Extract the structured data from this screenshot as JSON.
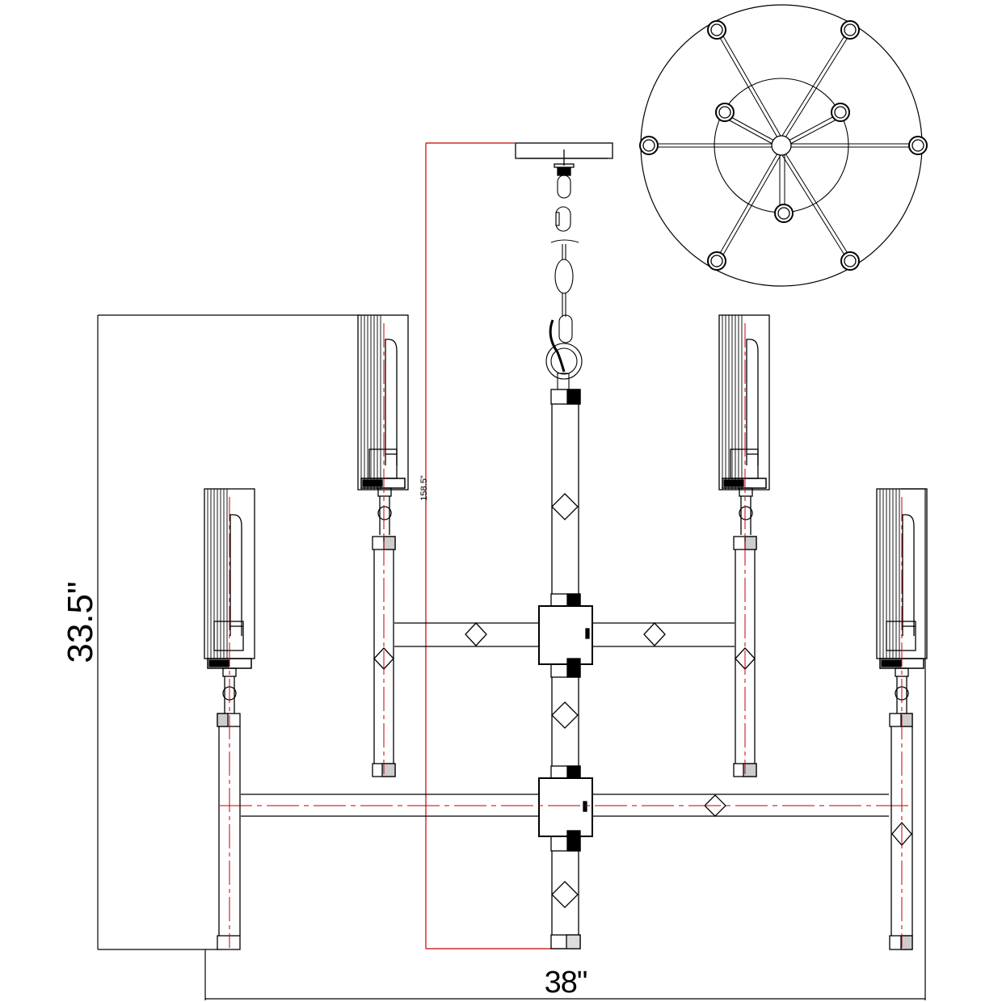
{
  "drawing": {
    "title": "Chandelier dimension drawing",
    "views": [
      "front-elevation",
      "top-plan"
    ],
    "colors": {
      "line": "#000000",
      "center_line": "#c00000",
      "background": "#ffffff"
    }
  },
  "dimensions": {
    "height": "33.5\"",
    "width": "38\"",
    "max_hang": "158.5\""
  },
  "fixture": {
    "lights_total": 8,
    "upper_tier_lights": 2,
    "lower_tier_lights": 2,
    "plan_view_arms": 8
  }
}
